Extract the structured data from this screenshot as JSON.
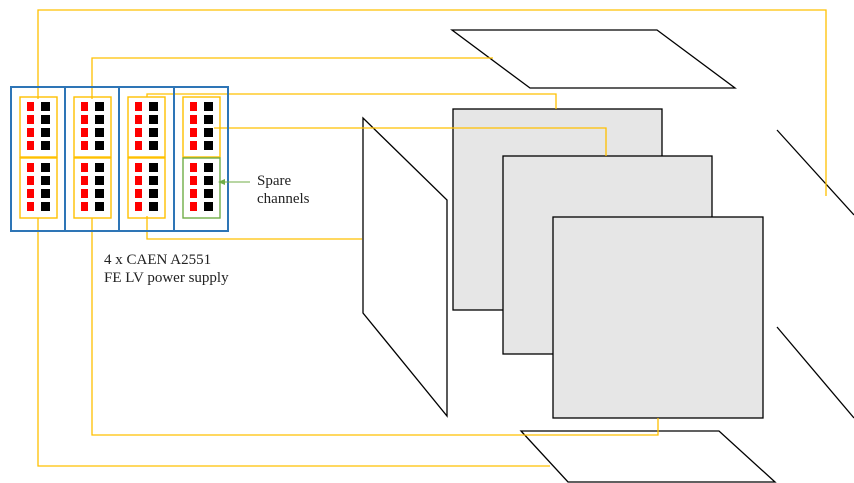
{
  "labels": {
    "spare_line1": "Spare",
    "spare_line2": "channels",
    "supply_line1": "4 x CAEN A2551",
    "supply_line2": "FE LV power supply"
  },
  "colors": {
    "module_border": "#2e75b6",
    "channel_group": "#ffc000",
    "cable": "#ffc000",
    "spare_group": "#70ad47",
    "plug_red": "#ff0000",
    "plug_black": "#000000",
    "plane_fill": "#e6e6e6",
    "outline": "#000000"
  }
}
